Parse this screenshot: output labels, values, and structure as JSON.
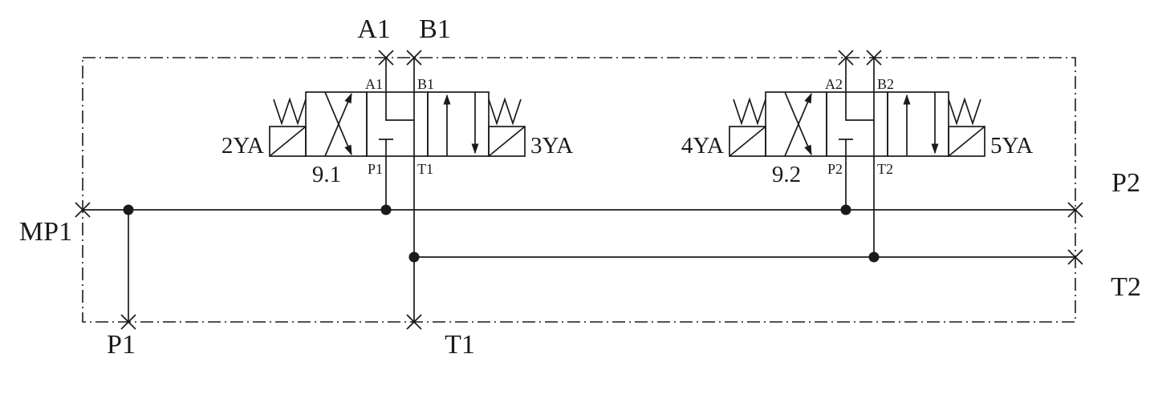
{
  "colors": {
    "line": "#1a1a1a",
    "background": "#ffffff"
  },
  "external_ports": {
    "top_a1": "A1",
    "top_b1": "B1",
    "left_mp1": "MP1",
    "bottom_p1": "P1",
    "bottom_t1": "T1",
    "right_p2": "P2",
    "right_t2": "T2"
  },
  "valves": [
    {
      "designation": "9.1",
      "port_a": "A1",
      "port_b": "B1",
      "port_p": "P1",
      "port_t": "T1",
      "left_solenoid": "2YA",
      "right_solenoid": "3YA"
    },
    {
      "designation": "9.2",
      "port_a": "A2",
      "port_b": "B2",
      "port_p": "P2",
      "port_t": "T2",
      "left_solenoid": "4YA",
      "right_solenoid": "5YA"
    }
  ]
}
